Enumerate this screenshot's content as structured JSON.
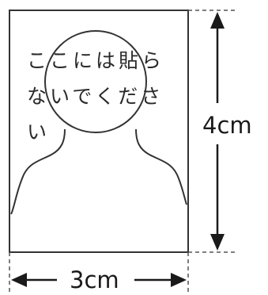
{
  "notice": {
    "lines": [
      "ここには貼ら",
      "ないでくださ",
      "い"
    ]
  },
  "dimensions": {
    "height_label": "4cm",
    "width_label": "3cm"
  },
  "colors": {
    "outline": "#333333",
    "dashed": "#555555",
    "text": "#2a2a2a",
    "background": "#ffffff"
  }
}
